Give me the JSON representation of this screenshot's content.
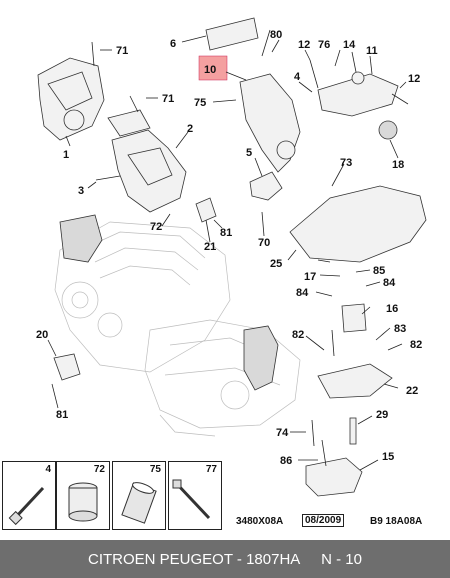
{
  "labels": {
    "l71a": "71",
    "l6": "6",
    "l80": "80",
    "l12a": "12",
    "l76": "76",
    "l14": "14",
    "l11": "11",
    "l10": "10",
    "l4": "4",
    "l12b": "12",
    "l75": "75",
    "l71b": "71",
    "l1": "1",
    "l2": "2",
    "l18": "18",
    "l5": "5",
    "l73": "73",
    "l3": "3",
    "l72": "72",
    "l81a": "81",
    "l21": "21",
    "l70": "70",
    "l25": "25",
    "l17": "17",
    "l85": "85",
    "l84a": "84",
    "l84b": "84",
    "l16": "16",
    "l20": "20",
    "l83": "83",
    "l82a": "82",
    "l82b": "82",
    "l22": "22",
    "l81b": "81",
    "l29": "29",
    "l74": "74",
    "l86": "86",
    "l15": "15"
  },
  "legend": [
    {
      "number": "4",
      "icon": "bolt-icon"
    },
    {
      "number": "72",
      "icon": "sleeve-icon"
    },
    {
      "number": "75",
      "icon": "bush-icon"
    },
    {
      "number": "77",
      "icon": "long-bolt-icon"
    }
  ],
  "codes": {
    "left": "3480X08A",
    "date": "08/2009",
    "right": "B9 18A08A"
  },
  "footer": {
    "brand": "CITROEN PEUGEOT - 1807HA",
    "ref": "N - 10"
  },
  "colors": {
    "highlight": "#f4a0a0",
    "footer_bg": "#6e6e6e"
  }
}
